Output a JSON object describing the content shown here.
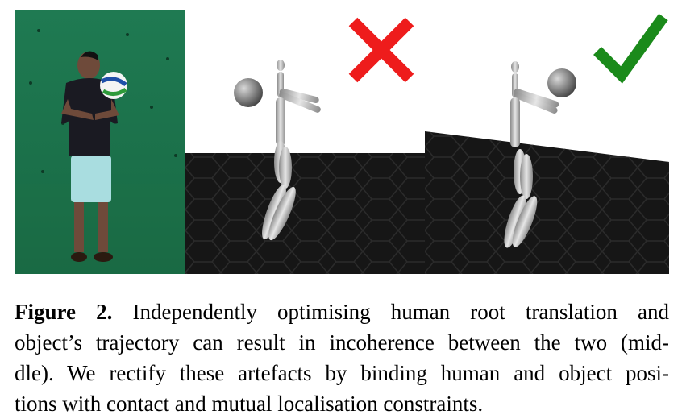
{
  "figure": {
    "panels": [
      {
        "id": "input-photo",
        "content": "person holding ball against green screen"
      },
      {
        "id": "incoherent-result",
        "mark_icon": "red-cross-icon",
        "mark_color": "#ee1c1c"
      },
      {
        "id": "coherent-result",
        "mark_icon": "green-check-icon",
        "mark_color": "#1a8a1a"
      }
    ]
  },
  "caption": {
    "label": "Figure 2.",
    "lines": [
      " Independently optimising human root translation and",
      "object’s trajectory can result in incoherence between the two (mid-",
      "dle). We rectify these artefacts by binding human and object posi-",
      "tions with contact and mutual localisation constraints."
    ]
  }
}
